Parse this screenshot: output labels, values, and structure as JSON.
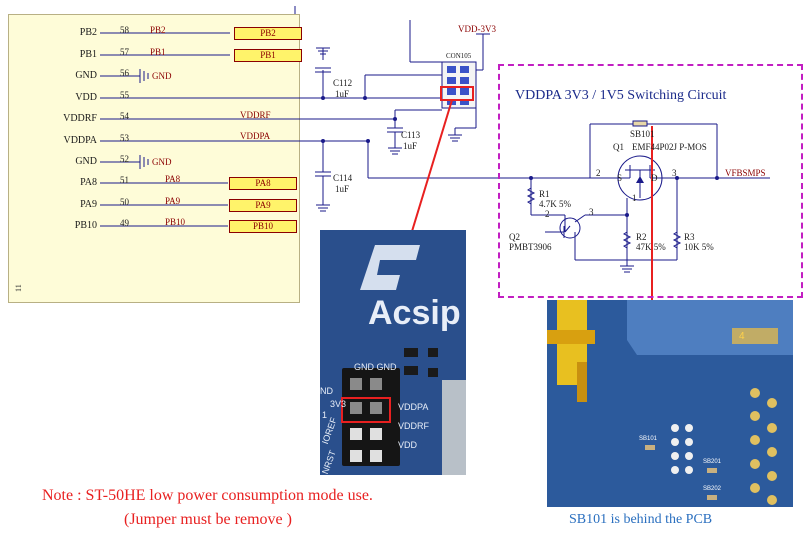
{
  "ic": {
    "side_number": "11",
    "pins": [
      {
        "name": "PB2",
        "num": "58",
        "net": "PB2",
        "box": "PB2"
      },
      {
        "name": "PB1",
        "num": "57",
        "net": "PB1",
        "box": "PB1"
      },
      {
        "name": "GND",
        "num": "56",
        "net": "GND",
        "box": ""
      },
      {
        "name": "VDD",
        "num": "55",
        "net": "",
        "box": ""
      },
      {
        "name": "VDDRF",
        "num": "54",
        "net": "VDDRF",
        "box": ""
      },
      {
        "name": "VDDPA",
        "num": "53",
        "net": "VDDPA",
        "box": ""
      },
      {
        "name": "GND",
        "num": "52",
        "net": "GND",
        "box": ""
      },
      {
        "name": "PA8",
        "num": "51",
        "net": "PA8",
        "box": "PA8"
      },
      {
        "name": "PA9",
        "num": "50",
        "net": "PA9",
        "box": "PA9"
      },
      {
        "name": "PB10",
        "num": "49",
        "net": "PB10",
        "box": "PB10"
      }
    ]
  },
  "components": {
    "c112": {
      "ref": "C112",
      "val": "1uF"
    },
    "c113": {
      "ref": "C113",
      "val": "1uF"
    },
    "c114": {
      "ref": "C114",
      "val": "1uF"
    },
    "connector": "CON105",
    "vdd3v3": "VDD-3V3"
  },
  "switching": {
    "title": "VDDPA 3V3 / 1V5 Switching Circuit",
    "sb101": "SB101",
    "q1": "Q1",
    "q1_part": "EMF44P02J P-MOS",
    "vfbsmps": "VFBSMPS",
    "r1": "R1",
    "r1_val": "4.7K 5%",
    "r2": "R2",
    "r2_val": "47K 5%",
    "r3": "R3",
    "r3_val": "10K 5%",
    "q2": "Q2",
    "q2_part": "PMBT3906",
    "pin_s": "S",
    "pin_d": "D",
    "pin_2": "2",
    "pin_3": "3",
    "pin_1": "1",
    "q2_pin_2": "2",
    "q2_pin_3": "3"
  },
  "board_photo": {
    "brand": "Acsip",
    "gnd_label": "GND GND",
    "vddpa": "VDDPA",
    "vddrf": "VDDRF",
    "vdd": "VDD",
    "left_3v3": "3V3",
    "left_nd": "ND",
    "left_1": "1",
    "left_ioref": "IOREF",
    "left_nrst": "NRST"
  },
  "pcb_photo": {
    "corner_num": "4",
    "sb101": "SB101",
    "sb201": "SB201",
    "sb202": "SB202",
    "caption": "SB101 is behind the PCB"
  },
  "note": {
    "line1": "Note : ST-50HE low power consumption mode use.",
    "line2": "(Jumper must be remove )"
  },
  "colors": {
    "wire": "#1a1a8a",
    "net_text": "#8b0000",
    "net_box": "#fff36a",
    "dashed_border": "#c21ec2",
    "highlight": "#e82020",
    "caption": "#2a6fbf"
  }
}
